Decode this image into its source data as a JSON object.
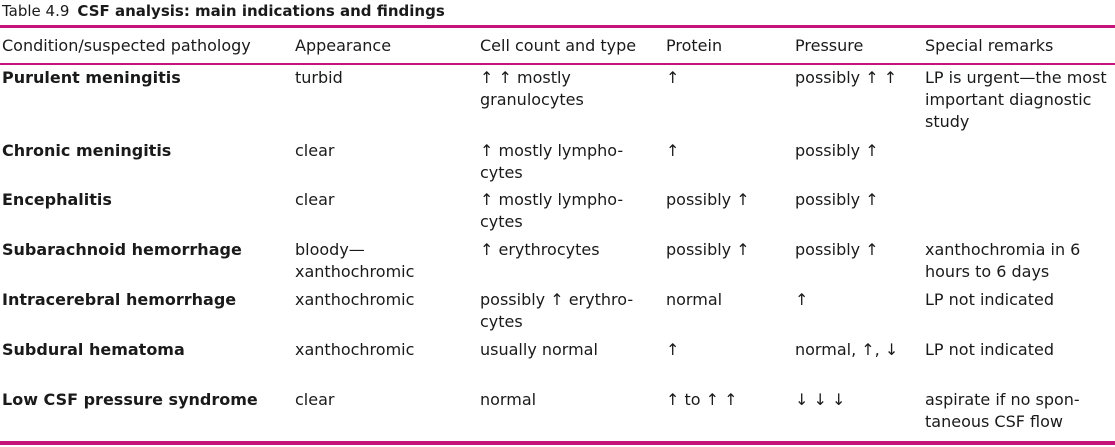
{
  "caption": {
    "number": "Table 4.9",
    "title": "CSF analysis: main indications and findings"
  },
  "colors": {
    "rule": "#c4147a",
    "text": "#1a1a1a"
  },
  "table": {
    "headers": [
      "Condition/suspected pathology",
      "Appearance",
      "Cell count and type",
      "Protein",
      "Pressure",
      "Special remarks"
    ],
    "rows": [
      [
        "Purulent meningitis",
        "turbid",
        "↑ ↑ mostly granulocytes",
        "↑",
        "possibly ↑ ↑",
        "LP is urgent—the most important diagnostic study"
      ],
      [
        "Chronic meningitis",
        "clear",
        "↑ mostly lympho-cytes",
        "↑",
        "possibly ↑",
        ""
      ],
      [
        "Encephalitis",
        "clear",
        "↑ mostly lympho-cytes",
        "possibly ↑",
        "possibly ↑",
        ""
      ],
      [
        "Subarachnoid hemorrhage",
        "bloody—xanthochromic",
        "↑ erythrocytes",
        "possibly ↑",
        "possibly ↑",
        "xanthochromia in 6 hours to 6 days"
      ],
      [
        "Intracerebral hemorrhage",
        "xanthochromic",
        "possibly ↑ erythro-cytes",
        "normal",
        "↑",
        "LP not indicated"
      ],
      [
        "Subdural hematoma",
        "xanthochromic",
        "usually normal",
        "↑",
        "normal, ↑, ↓",
        "LP not indicated"
      ],
      [
        "Low CSF pressure syndrome",
        "clear",
        "normal",
        "↑ to ↑ ↑",
        "↓ ↓ ↓",
        "aspirate if no spon-taneous CSF flow"
      ]
    ]
  }
}
